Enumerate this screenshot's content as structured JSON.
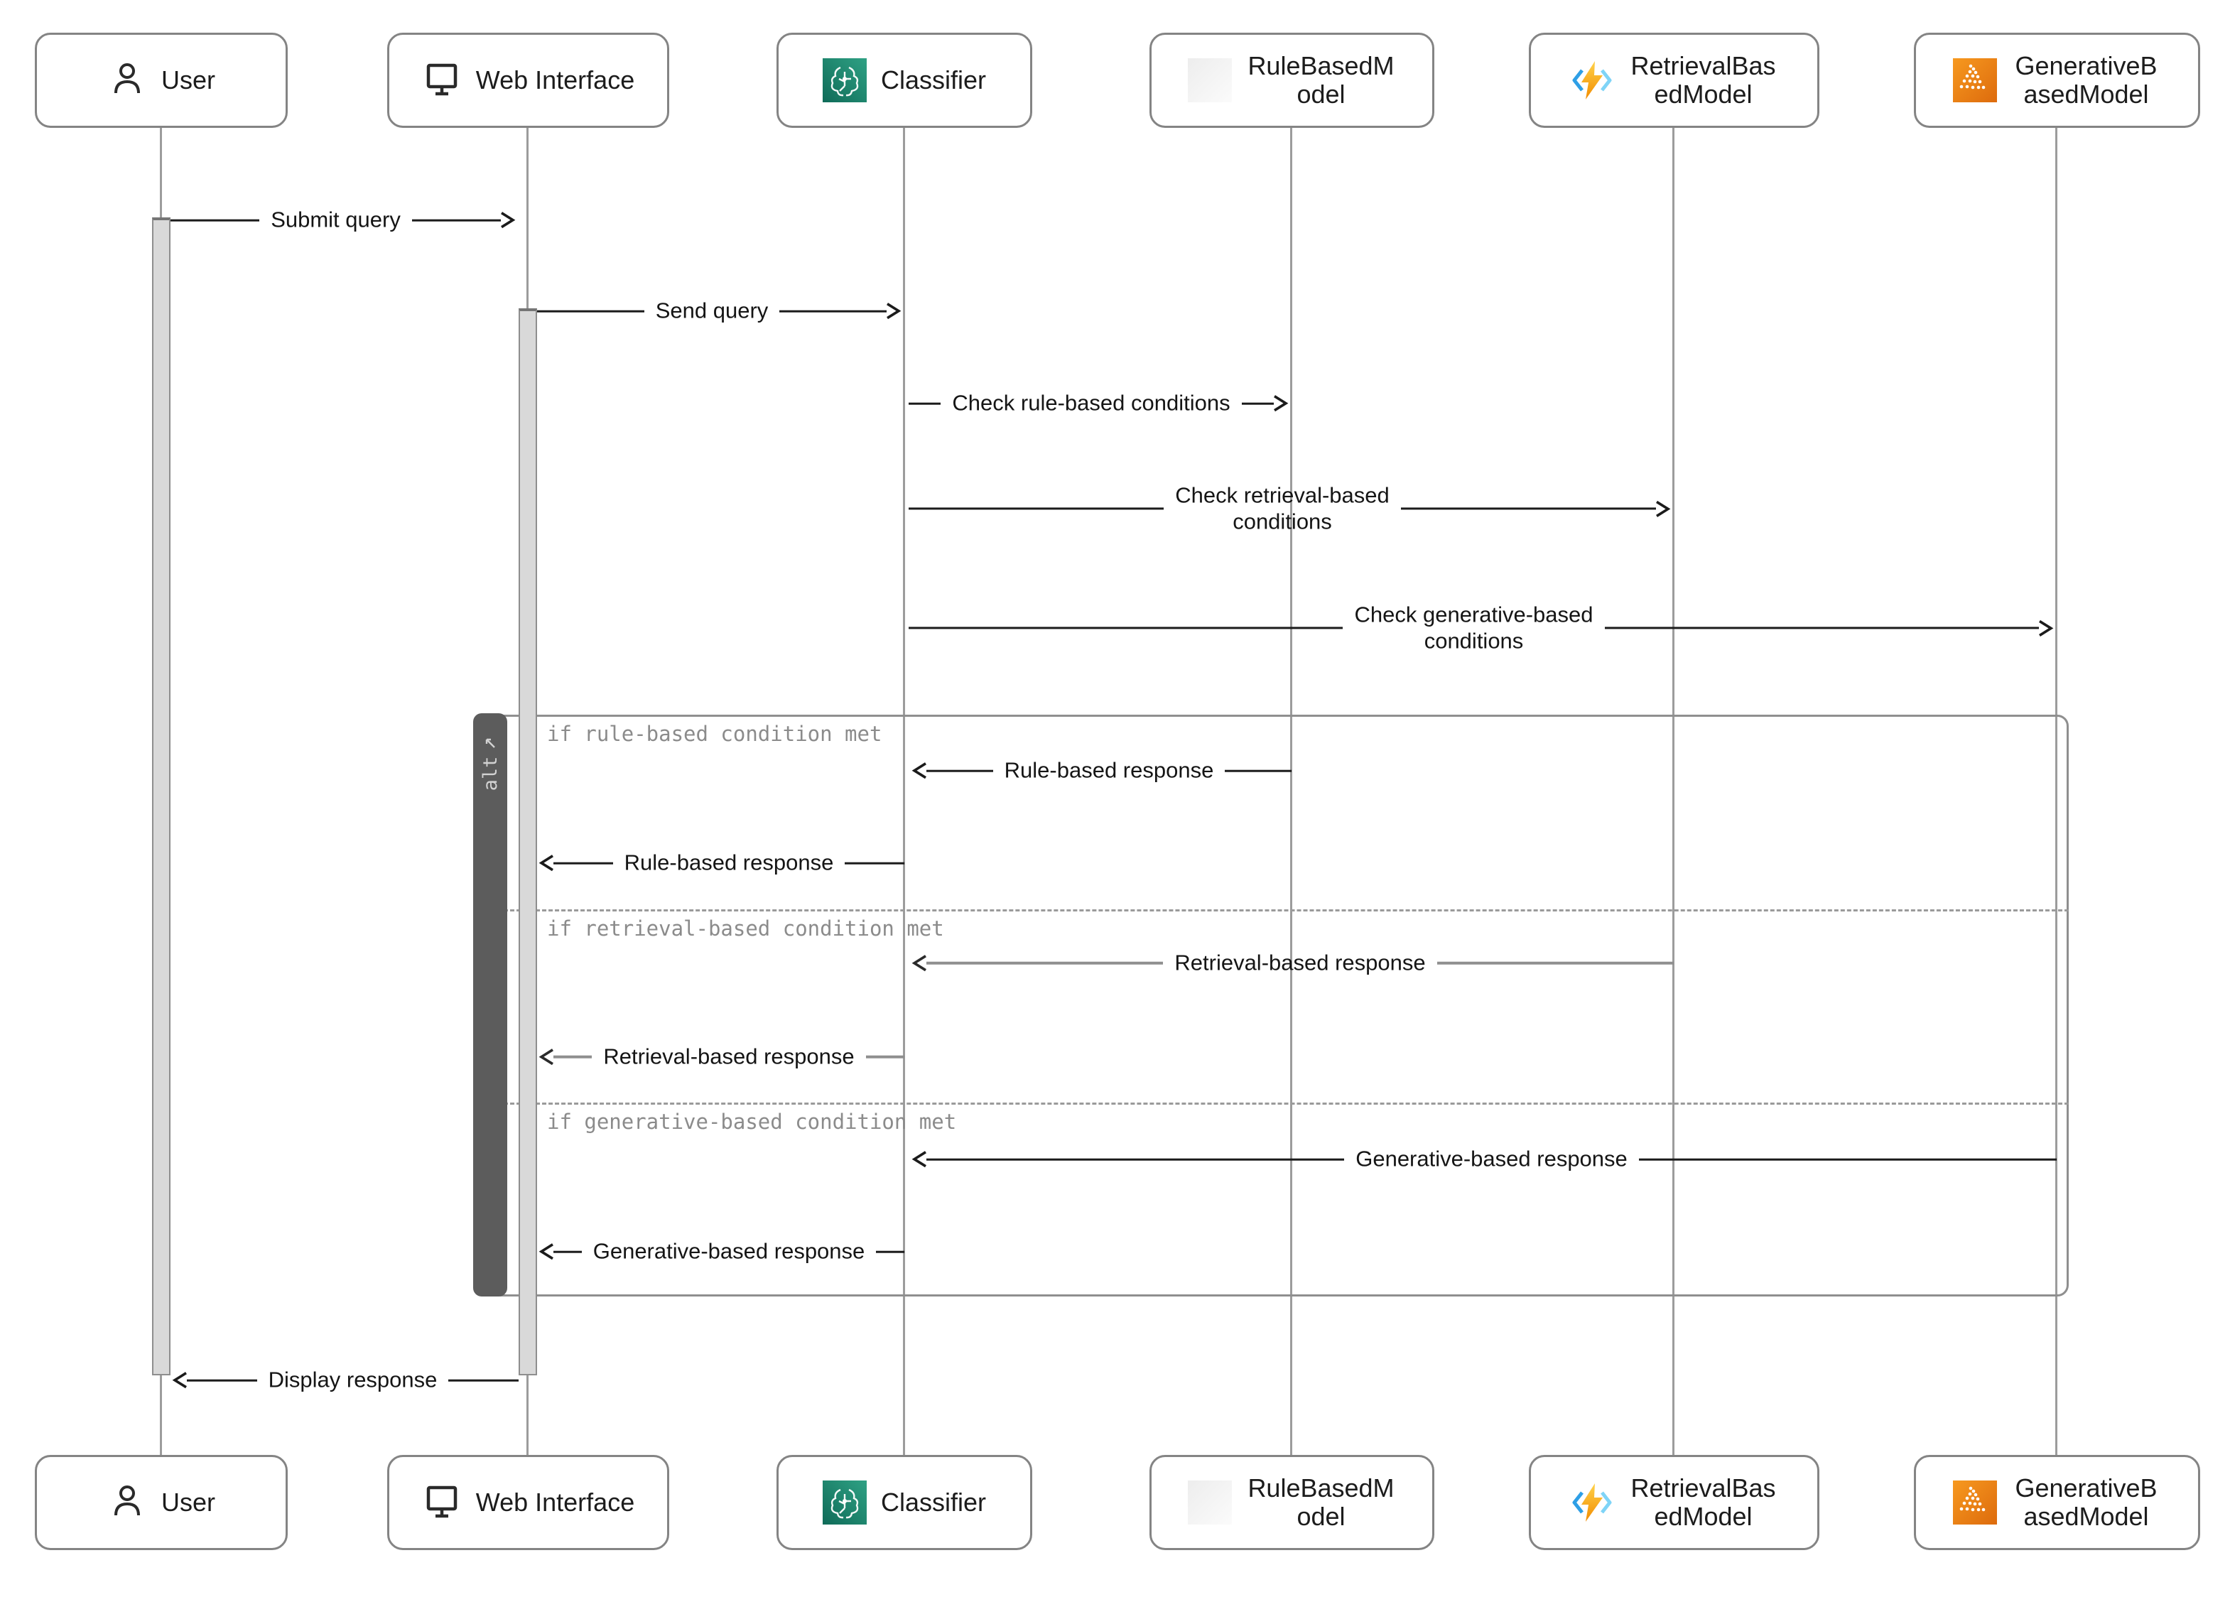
{
  "participants": [
    {
      "id": "user",
      "label": "User",
      "icon": "person-icon"
    },
    {
      "id": "web-interface",
      "label": "Web Interface",
      "icon": "monitor-icon"
    },
    {
      "id": "classifier",
      "label": "Classifier",
      "icon": "classifier-brain-icon",
      "icon_color": "#1d8c72"
    },
    {
      "id": "rule-based-model",
      "label": "RuleBasedModel",
      "icon": "blank-tile-icon",
      "icon_color": "#f1f1f1"
    },
    {
      "id": "retrieval-based-model",
      "label": "RetrievalBasedModel",
      "icon": "lightning-icon",
      "icon_color": "#f59300"
    },
    {
      "id": "generative-based-model",
      "label": "GenerativeBasedModel",
      "icon": "dot-spray-icon",
      "icon_color": "#ec7211"
    }
  ],
  "messages": [
    {
      "from": "User",
      "to": "Web Interface",
      "label": "Submit query"
    },
    {
      "from": "Web Interface",
      "to": "Classifier",
      "label": "Send query"
    },
    {
      "from": "Classifier",
      "to": "RuleBasedModel",
      "label": "Check rule-based conditions"
    },
    {
      "from": "Classifier",
      "to": "RetrievalBasedModel",
      "label": "Check retrieval-based\nconditions"
    },
    {
      "from": "Classifier",
      "to": "GenerativeBasedModel",
      "label": "Check generative-based\nconditions"
    },
    {
      "from": "RuleBasedModel",
      "to": "Classifier",
      "label": "Rule-based response"
    },
    {
      "from": "Classifier",
      "to": "Web Interface",
      "label": "Rule-based response"
    },
    {
      "from": "RetrievalBasedModel",
      "to": "Classifier",
      "label": "Retrieval-based response"
    },
    {
      "from": "Classifier",
      "to": "Web Interface",
      "label": "Retrieval-based response"
    },
    {
      "from": "GenerativeBasedModel",
      "to": "Classifier",
      "label": "Generative-based response"
    },
    {
      "from": "Classifier",
      "to": "Web Interface",
      "label": "Generative-based response"
    },
    {
      "from": "Web Interface",
      "to": "User",
      "label": "Display response"
    }
  ],
  "alt_block": {
    "tab_label": "alt",
    "sections": [
      {
        "condition": "if rule-based condition met"
      },
      {
        "condition": "if retrieval-based condition met"
      },
      {
        "condition": "if generative-based condition met"
      }
    ]
  },
  "colors": {
    "classifier_teal": "#1d8c72",
    "generative_orange": "#ec7211",
    "bolt_yellow": "#ffc400",
    "bolt_blue": "#2e9fe6",
    "message_line": "#1b1b1b",
    "gray_message_line": "#8f8f8f",
    "frame_gray": "#8f8f8f",
    "alt_tab_bg": "#5c5c5c",
    "condition_text": "#8b8b8b"
  }
}
